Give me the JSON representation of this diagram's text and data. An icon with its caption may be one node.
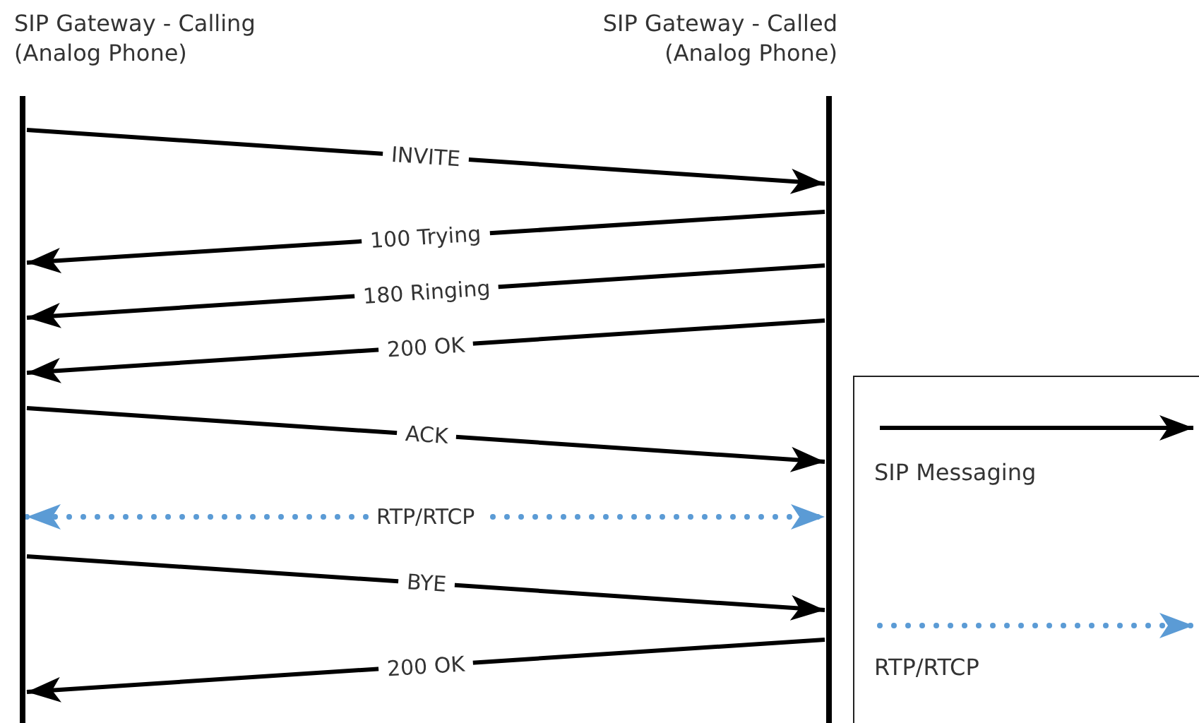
{
  "diagram": {
    "nodes": [
      {
        "text": [
          "SIP Gateway - Calling (Analog Phone)"
        ]
      },
      {
        "text": [
          "SIP Gateway - Called (Analog Phone)"
        ]
      }
    ],
    "edges": [
      {
        "from": 0,
        "to": 1,
        "arrow": "to",
        "label": "INVITE"
      },
      {
        "from": 1,
        "to": 0,
        "arrow": "to",
        "label": "100 Trying"
      },
      {
        "from": 1,
        "to": 0,
        "arrow": "to",
        "label": "180 Ringing"
      },
      {
        "from": 1,
        "to": 0,
        "arrow": "to",
        "label": "200 OK"
      },
      {
        "from": 0,
        "to": 1,
        "arrow": "to",
        "label": "ACK"
      },
      {
        "from": 0,
        "to": 1,
        "arrow": "both",
        "label": "RTP/RTCP",
        "style": "dashed",
        "color": "#5b9bd5"
      },
      {
        "from": 0,
        "to": 1,
        "arrow": "to",
        "label": "BYE"
      },
      {
        "from": 1,
        "to": 0,
        "arrow": "to",
        "label": "200 OK"
      }
    ],
    "legend": [
      {
        "text": "SIP Messaging"
      },
      {
        "text": "RTP/RTCP"
      }
    ]
  }
}
